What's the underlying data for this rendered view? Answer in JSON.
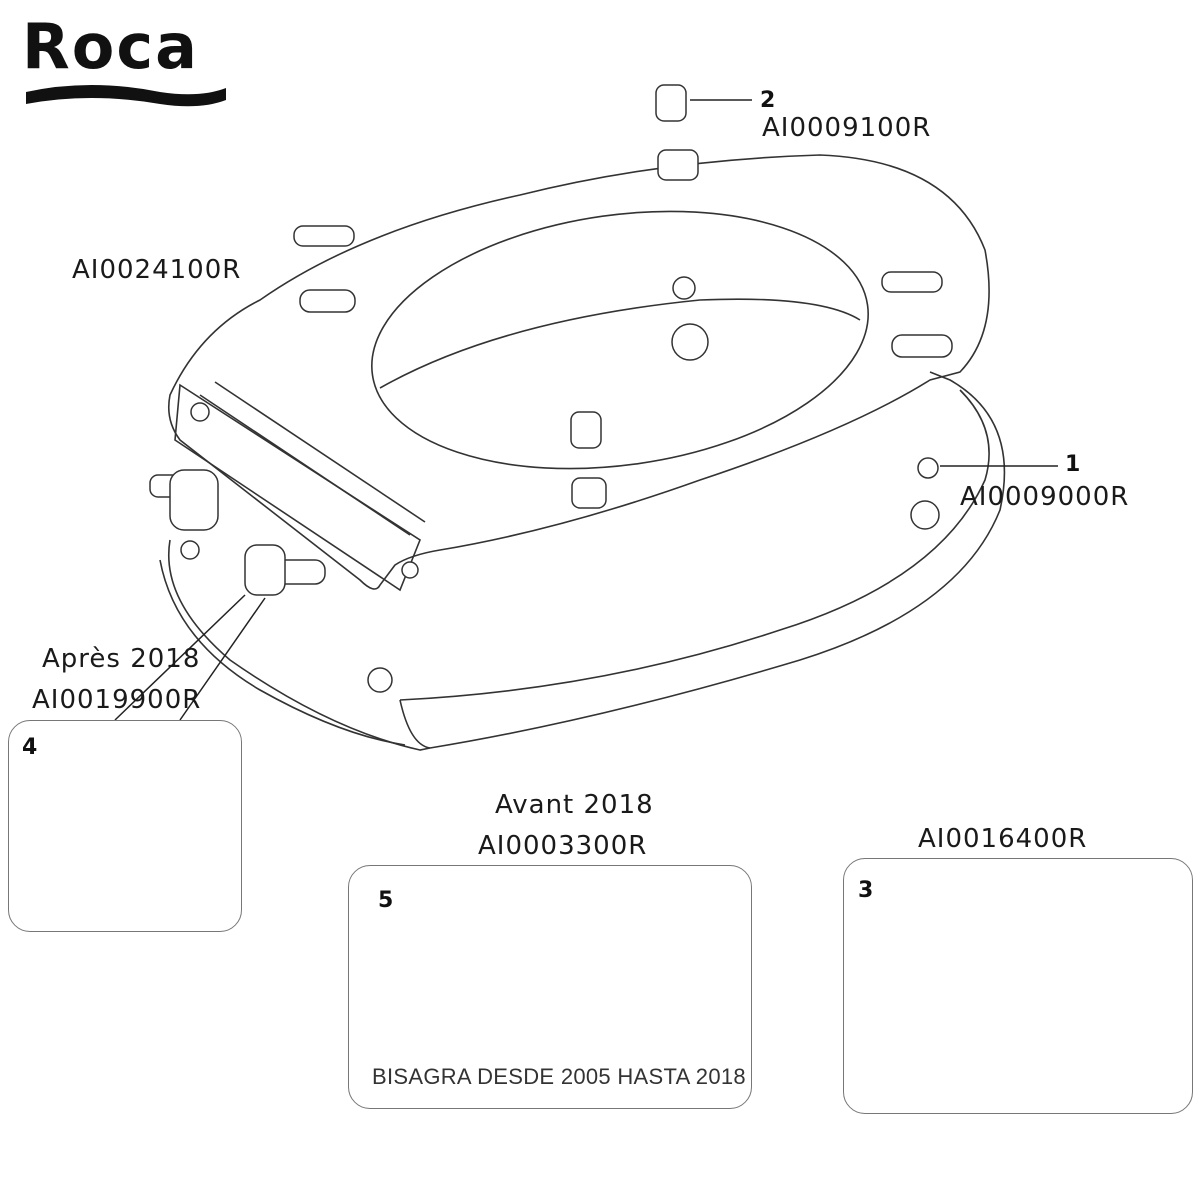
{
  "brand": {
    "name": "Roca"
  },
  "parts": [
    {
      "number": "1",
      "ref": "AI0009000R"
    },
    {
      "number": "2",
      "ref": "AI0009100R"
    },
    {
      "number": "",
      "ref": "AI0024100R"
    }
  ],
  "box4": {
    "number": "4",
    "note": "Après 2018",
    "ref": "AI0019900R"
  },
  "box5": {
    "number": "5",
    "note": "Avant 2018",
    "ref": "AI0003300R",
    "caption": "BISAGRA DESDE 2005 HASTA 2018"
  },
  "box3": {
    "number": "3",
    "ref": "AI0016400R"
  }
}
